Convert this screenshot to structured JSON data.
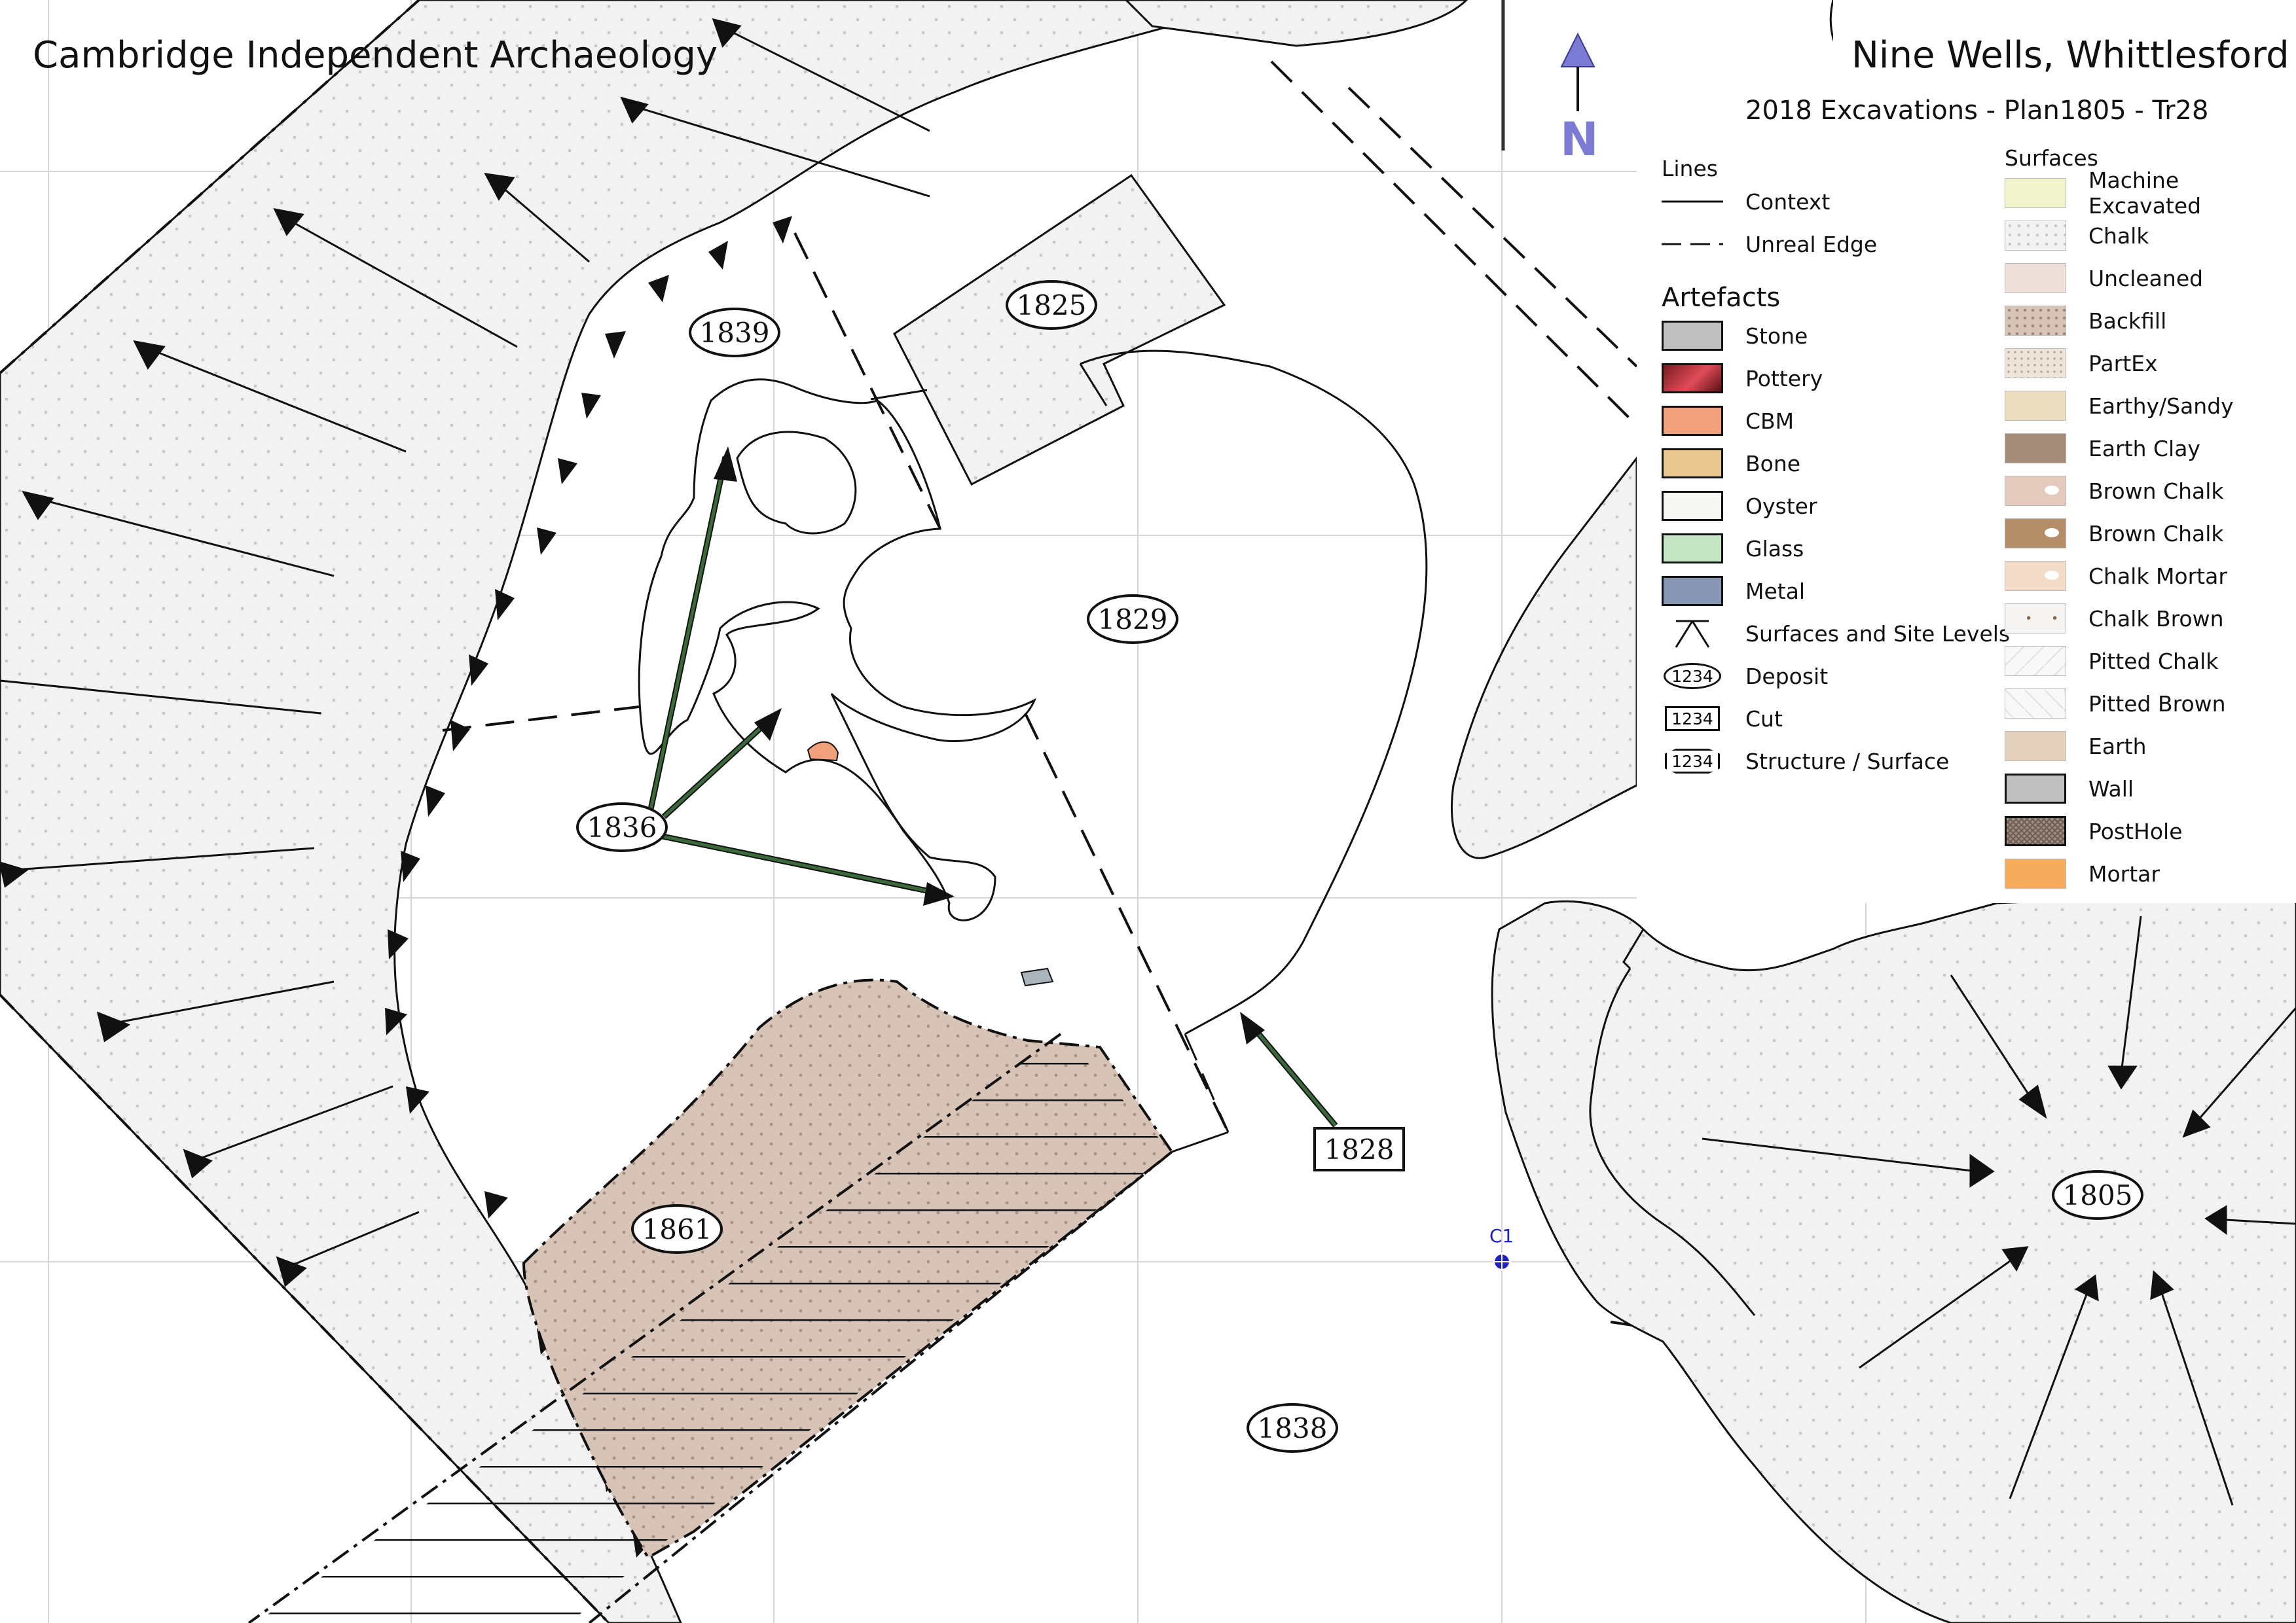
{
  "header": {
    "org_title": "Cambridge Independent Archaeology",
    "site_title": "Nine Wells, Whittlesford",
    "plan_title": "2018 Excavations - Plan1805 - Tr28"
  },
  "north": {
    "label": "N",
    "color": "#7b7bd6"
  },
  "grid_point": {
    "label": "C1",
    "color": "#2020c0"
  },
  "contexts": {
    "c1839": "1839",
    "c1825": "1825",
    "c1829": "1829",
    "c1836": "1836",
    "c1828": "1828",
    "c1861": "1861",
    "c1838": "1838",
    "c1805": "1805"
  },
  "legend": {
    "lines": {
      "heading": "Lines",
      "items": [
        {
          "label": "Context",
          "style": "solid"
        },
        {
          "label": "Unreal Edge",
          "style": "dashed"
        }
      ]
    },
    "artefacts": {
      "heading": "Artefacts",
      "items": [
        {
          "label": "Stone",
          "color": "#c0c0c0"
        },
        {
          "label": "Pottery",
          "color": "#c0303a"
        },
        {
          "label": "CBM",
          "color": "#f0a07a"
        },
        {
          "label": "Bone",
          "color": "#e8c890"
        },
        {
          "label": "Oyster",
          "color": "#f7f7f4"
        },
        {
          "label": "Glass",
          "color": "#c4e6c4"
        },
        {
          "label": "Metal",
          "color": "#8896b4"
        },
        {
          "label": "Surfaces and Site Levels",
          "symbol": "level-marker-icon"
        },
        {
          "label": "Deposit",
          "symbol": "1234"
        },
        {
          "label": "Cut",
          "symbol": "1234"
        },
        {
          "label": "Structure / Surface",
          "symbol": "1234"
        }
      ]
    },
    "surfaces": {
      "heading": "Surfaces",
      "items": [
        {
          "label": "Machine Excavated",
          "color": "#f2f4cc"
        },
        {
          "label": "Chalk",
          "color": "#f2f2f2"
        },
        {
          "label": "Uncleaned",
          "color": "#eedfd8"
        },
        {
          "label": "Backfill",
          "color": "#d8c4b6"
        },
        {
          "label": "PartEx",
          "color": "#ede4da"
        },
        {
          "label": "Earthy/Sandy",
          "color": "#eadcbc"
        },
        {
          "label": "Earth Clay",
          "color": "#a48c78"
        },
        {
          "label": "Brown Chalk",
          "color": "#e4cabc"
        },
        {
          "label": "Brown Chalk",
          "color": "#b48e68"
        },
        {
          "label": "Chalk Mortar",
          "color": "#f2dcc8"
        },
        {
          "label": "Chalk Brown",
          "color": "#f6f4f2"
        },
        {
          "label": "Pitted Chalk",
          "color": "#f8f8f8"
        },
        {
          "label": "Pitted Brown",
          "color": "#f8f8f8"
        },
        {
          "label": "Earth",
          "color": "#e6d2bc"
        },
        {
          "label": "Wall",
          "color": "#c0c0c0"
        },
        {
          "label": "PostHole",
          "color": "#9c8c82"
        },
        {
          "label": "Mortar",
          "color": "#f6ac5c"
        }
      ]
    }
  }
}
